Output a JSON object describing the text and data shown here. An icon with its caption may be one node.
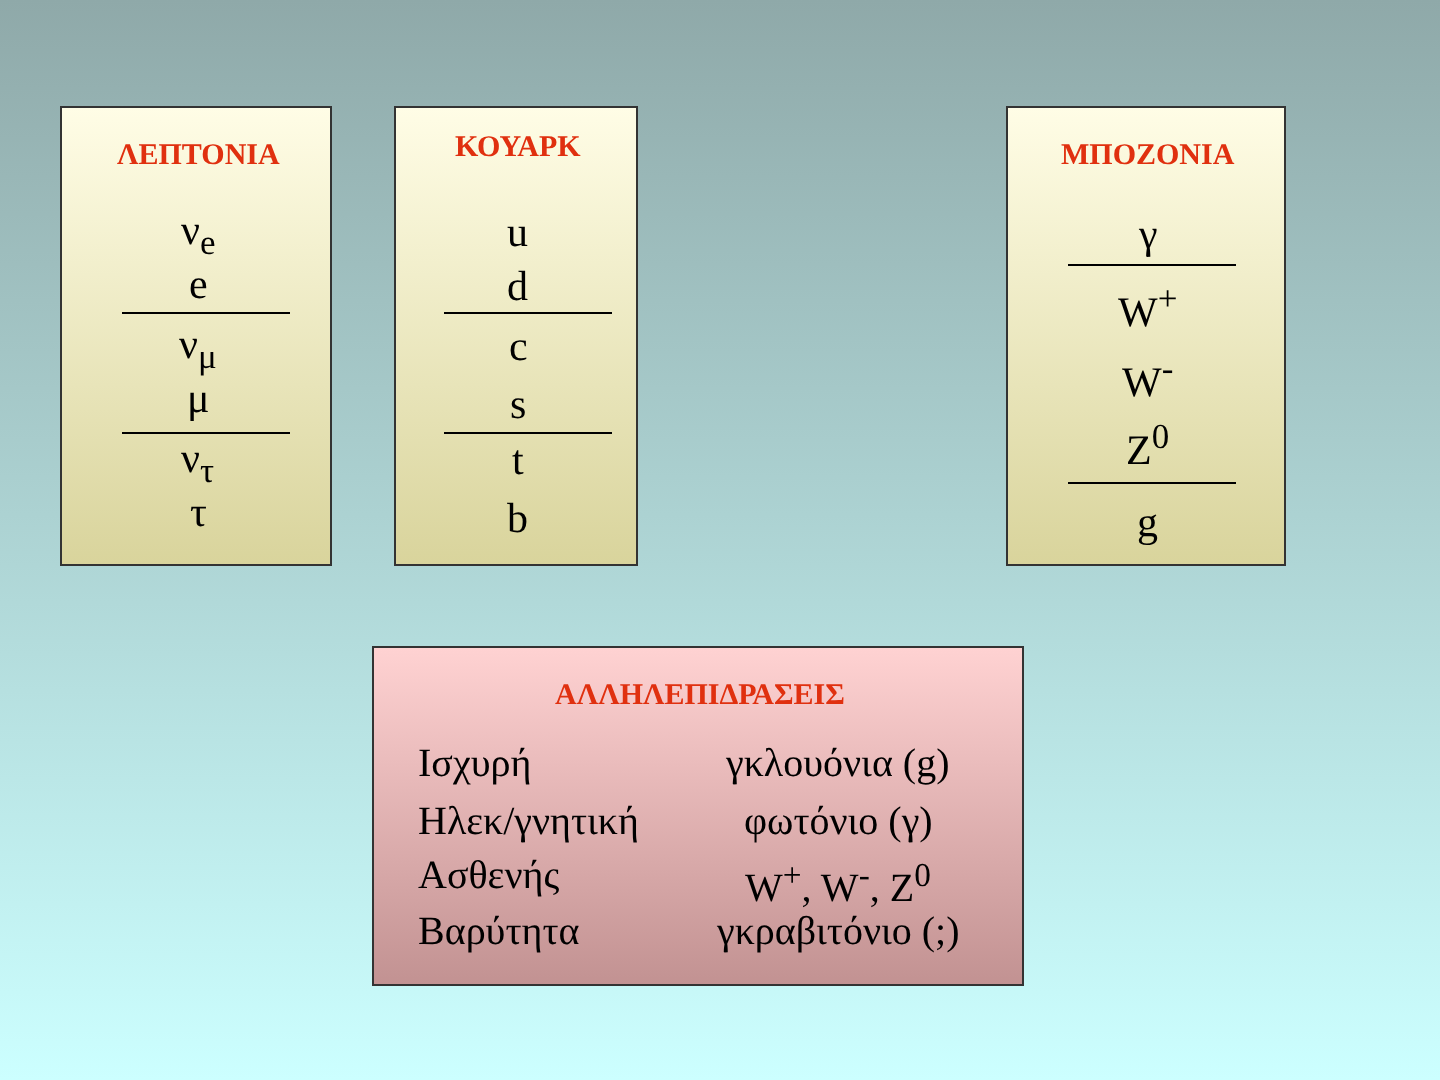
{
  "diagram": {
    "nodes": [
      {
        "text": [
          "ΛΕΠΤΟΝΙΑ",
          "ν$_{e}$",
          "e",
          "ν$_{μ}$",
          "μ",
          "ν$_{τ}$",
          "τ"
        ]
      },
      {
        "text": [
          "ΚΟΥΑΡΚ",
          "u",
          "d",
          "c",
          "s",
          "t",
          "b"
        ]
      },
      {
        "text": [
          "ΜΠΟΖΟΝΙΑ",
          "γ",
          "W$^{+}$",
          "W$^{-}$",
          "Z$^{0}$",
          "g"
        ]
      },
      {
        "text": [
          "ΑΛΛΗΛΕΠΙΔΡΑΣΕΙΣ",
          "Ισχυρή",
          "γκλουόνια (g)",
          "Ηλεκ/γνητική",
          "φωτόνιο (γ)",
          "Ασθενής",
          "W$^{+}$, W$^{-}$, Z$^{0}$",
          "Βαρύτητα",
          "γκραβιτόνιο (;)"
        ]
      }
    ],
    "edges": []
  }
}
